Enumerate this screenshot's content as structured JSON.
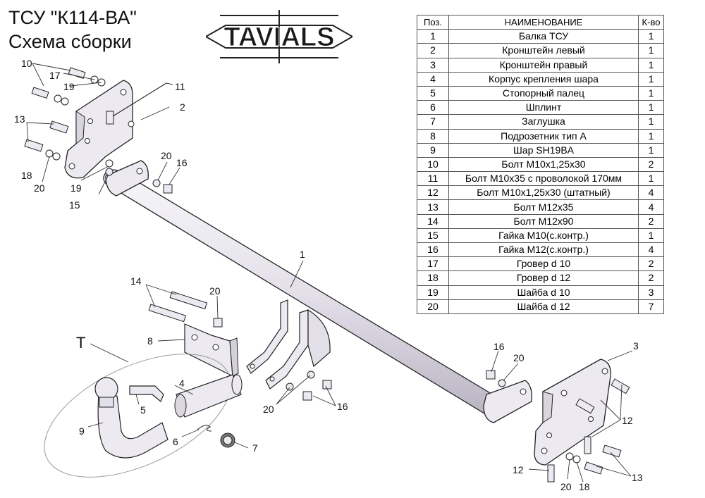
{
  "title": {
    "line1": "ТСУ  \"К114-ВА\"",
    "line2": "Схема сборки"
  },
  "logo": {
    "text": "TAVIALS"
  },
  "spec_table": {
    "headers": {
      "pos": "Поз.",
      "name": "НАИМЕНОВАНИЕ",
      "qty": "К-во"
    },
    "rows": [
      {
        "pos": "1",
        "name": "Балка ТСУ",
        "qty": "1"
      },
      {
        "pos": "2",
        "name": "Кронштейн левый",
        "qty": "1"
      },
      {
        "pos": "3",
        "name": "Кронштейн правый",
        "qty": "1"
      },
      {
        "pos": "4",
        "name": "Корпус крепления шара",
        "qty": "1"
      },
      {
        "pos": "5",
        "name": "Стопорный палец",
        "qty": "1"
      },
      {
        "pos": "6",
        "name": "Шплинт",
        "qty": "1"
      },
      {
        "pos": "7",
        "name": "Заглушка",
        "qty": "1"
      },
      {
        "pos": "8",
        "name": "Подрозетник тип А",
        "qty": "1"
      },
      {
        "pos": "9",
        "name": "Шар SH19BA",
        "qty": "1"
      },
      {
        "pos": "10",
        "name": "Болт М10х1,25х30",
        "qty": "2"
      },
      {
        "pos": "11",
        "name": "Болт М10х35 с проволокой 170мм",
        "qty": "1"
      },
      {
        "pos": "12",
        "name": "Болт М10х1,25х30 (штатный)",
        "qty": "4"
      },
      {
        "pos": "13",
        "name": "Болт М12х35",
        "qty": "4"
      },
      {
        "pos": "14",
        "name": "Болт М12х90",
        "qty": "2"
      },
      {
        "pos": "15",
        "name": "Гайка М10(с.контр.)",
        "qty": "1"
      },
      {
        "pos": "16",
        "name": "Гайка М12(с.контр.)",
        "qty": "4"
      },
      {
        "pos": "17",
        "name": "Гровер d 10",
        "qty": "2"
      },
      {
        "pos": "18",
        "name": "Гровер d 12",
        "qty": "2"
      },
      {
        "pos": "19",
        "name": "Шайба d 10",
        "qty": "3"
      },
      {
        "pos": "20",
        "name": "Шайба d 12",
        "qty": "7"
      }
    ]
  },
  "callouts": {
    "c1": "1",
    "c2": "2",
    "c3": "3",
    "c4": "4",
    "c5": "5",
    "c6": "6",
    "c7": "7",
    "c8": "8",
    "c9": "9",
    "c10": "10",
    "c11": "11",
    "c12": "12",
    "c13": "13",
    "c14": "14",
    "c15": "15",
    "c16": "16",
    "c17": "17",
    "c18": "18",
    "c19": "19",
    "c20": "20",
    "T": "T"
  },
  "colors": {
    "part_fill": "#ece9f1",
    "outline": "#222222",
    "leader": "#333333"
  }
}
